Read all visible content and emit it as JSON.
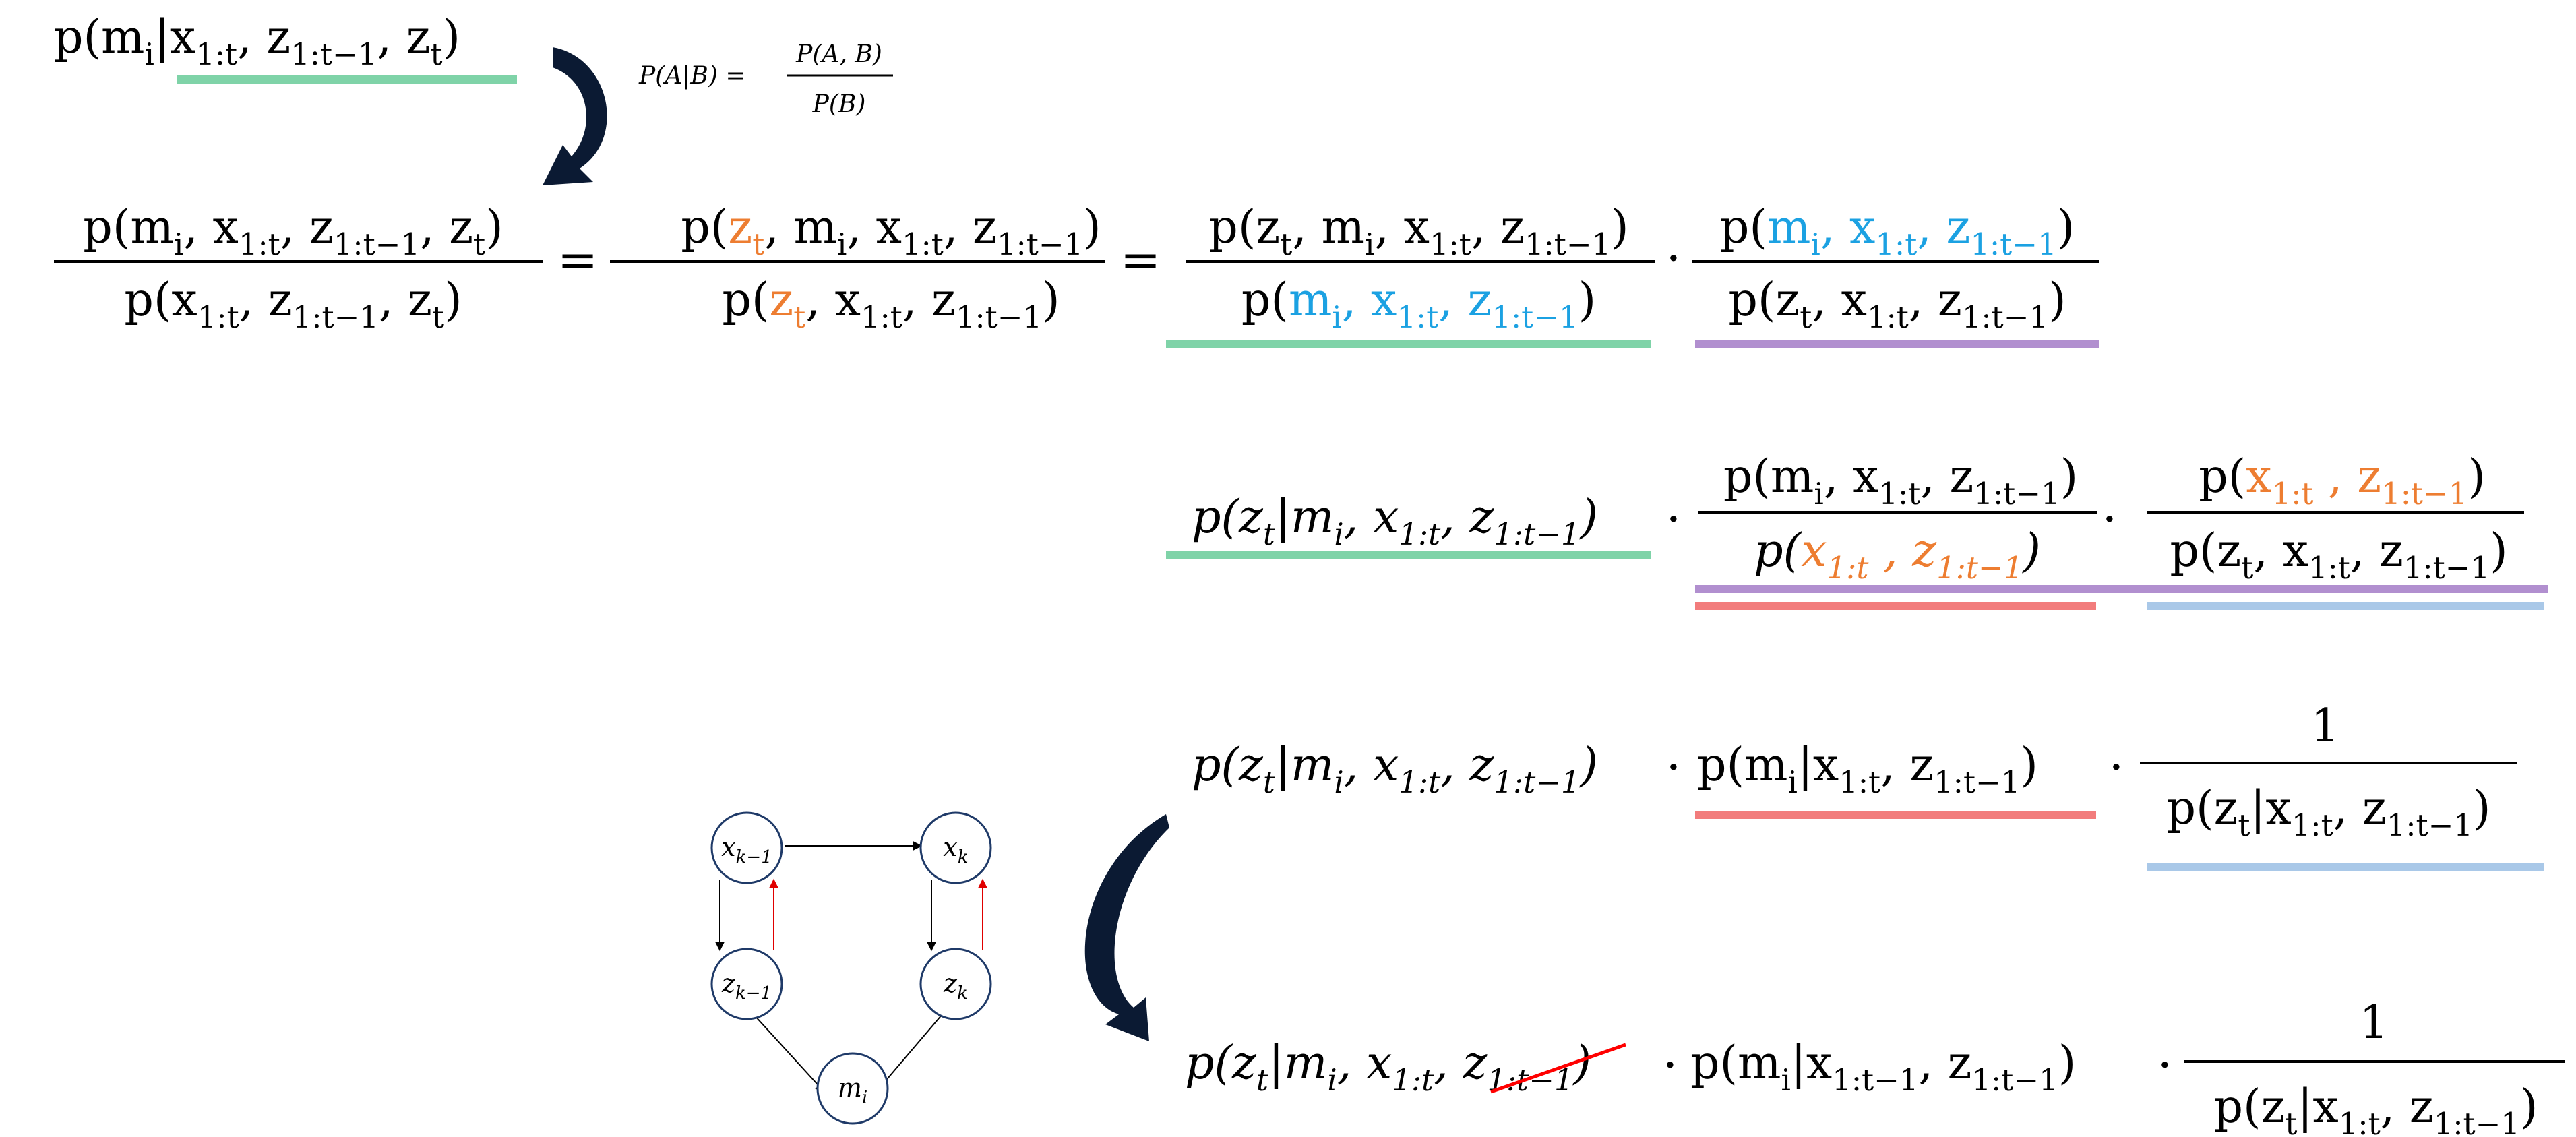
{
  "colors": {
    "text": "#000000",
    "orange": "#ED7D31",
    "blue": "#1BA1E2",
    "green": "#7FD3A8",
    "purple": "#B18FCF",
    "red": "#F27C7C",
    "lightblue": "#A9C8E8",
    "arrow": "#0B1A33",
    "node": "#1F3A68",
    "cross": "#FF0000"
  },
  "top": {
    "lhs": [
      {
        "t": "p(m"
      },
      {
        "t": "i",
        "sub": 1
      },
      {
        "t": "|x"
      },
      {
        "t": "1:t",
        "sub": 1
      },
      {
        "t": ", z"
      },
      {
        "t": "1:t−1",
        "sub": 1
      },
      {
        "t": ", z"
      },
      {
        "t": "t",
        "sub": 1
      },
      {
        "t": ")"
      }
    ],
    "bayes_lhs": "P(A|B) =",
    "bayes_num": "P(A, B)",
    "bayes_den": "P(B)"
  },
  "row1": {
    "f1_num": [
      {
        "t": "p(m"
      },
      {
        "t": "i",
        "sub": 1
      },
      {
        "t": ", x"
      },
      {
        "t": "1:t",
        "sub": 1
      },
      {
        "t": ", z"
      },
      {
        "t": "1:t−1",
        "sub": 1
      },
      {
        "t": ", z"
      },
      {
        "t": "t",
        "sub": 1
      },
      {
        "t": ")"
      }
    ],
    "f1_den": [
      {
        "t": "p(x"
      },
      {
        "t": "1:t",
        "sub": 1
      },
      {
        "t": ", z"
      },
      {
        "t": "1:t−1",
        "sub": 1
      },
      {
        "t": ", z"
      },
      {
        "t": "t",
        "sub": 1
      },
      {
        "t": ")"
      }
    ],
    "eq1": "=",
    "f2_num": [
      {
        "t": "p("
      },
      {
        "t": "z",
        "c": "orange"
      },
      {
        "t": "t",
        "sub": 1,
        "c": "orange"
      },
      {
        "t": ", m"
      },
      {
        "t": "i",
        "sub": 1
      },
      {
        "t": ", x"
      },
      {
        "t": "1:t",
        "sub": 1
      },
      {
        "t": ", z"
      },
      {
        "t": "1:t−1",
        "sub": 1
      },
      {
        "t": ")"
      }
    ],
    "f2_den": [
      {
        "t": "p("
      },
      {
        "t": "z",
        "c": "orange"
      },
      {
        "t": "t",
        "sub": 1,
        "c": "orange"
      },
      {
        "t": ", x"
      },
      {
        "t": "1:t",
        "sub": 1
      },
      {
        "t": ", z"
      },
      {
        "t": "1:t−1",
        "sub": 1
      },
      {
        "t": ")"
      }
    ],
    "eq2": "=",
    "f3_num": [
      {
        "t": "p(z"
      },
      {
        "t": "t",
        "sub": 1
      },
      {
        "t": ", m"
      },
      {
        "t": "i",
        "sub": 1
      },
      {
        "t": ", x"
      },
      {
        "t": "1:t",
        "sub": 1
      },
      {
        "t": ", z"
      },
      {
        "t": "1:t−1",
        "sub": 1
      },
      {
        "t": ")"
      }
    ],
    "f3_den": [
      {
        "t": "p("
      },
      {
        "t": "m",
        "c": "blue"
      },
      {
        "t": "i",
        "sub": 1,
        "c": "blue"
      },
      {
        "t": ", x",
        "c": "blue"
      },
      {
        "t": "1:t",
        "sub": 1,
        "c": "blue"
      },
      {
        "t": ", z",
        "c": "blue"
      },
      {
        "t": "1:t−1",
        "sub": 1,
        "c": "blue"
      },
      {
        "t": ")"
      }
    ],
    "dot": "·",
    "f4_num": [
      {
        "t": "p("
      },
      {
        "t": "m",
        "c": "blue"
      },
      {
        "t": "i",
        "sub": 1,
        "c": "blue"
      },
      {
        "t": ", x",
        "c": "blue"
      },
      {
        "t": "1:t",
        "sub": 1,
        "c": "blue"
      },
      {
        "t": ", z",
        "c": "blue"
      },
      {
        "t": "1:t−1",
        "sub": 1,
        "c": "blue"
      },
      {
        "t": ")"
      }
    ],
    "f4_den": [
      {
        "t": "p(z"
      },
      {
        "t": "t",
        "sub": 1
      },
      {
        "t": ", x"
      },
      {
        "t": "1:t",
        "sub": 1
      },
      {
        "t": ", z"
      },
      {
        "t": "1:t−1",
        "sub": 1
      },
      {
        "t": ")"
      }
    ]
  },
  "row2": {
    "term1": [
      {
        "t": "p(z"
      },
      {
        "t": "t",
        "sub": 1
      },
      {
        "t": "|m"
      },
      {
        "t": "i",
        "sub": 1
      },
      {
        "t": ", x"
      },
      {
        "t": "1:t",
        "sub": 1
      },
      {
        "t": ", z"
      },
      {
        "t": "1:t−1",
        "sub": 1
      },
      {
        "t": ")"
      }
    ],
    "dot": "·",
    "f1_num": [
      {
        "t": "p(m"
      },
      {
        "t": "i",
        "sub": 1
      },
      {
        "t": ", x"
      },
      {
        "t": "1:t",
        "sub": 1
      },
      {
        "t": ", z"
      },
      {
        "t": "1:t−1",
        "sub": 1
      },
      {
        "t": ")"
      }
    ],
    "f1_den": [
      {
        "t": "p("
      },
      {
        "t": "x",
        "c": "orange"
      },
      {
        "t": "1:t",
        "sub": 1,
        "c": "orange"
      },
      {
        "t": " , z",
        "c": "orange"
      },
      {
        "t": "1:t−1",
        "sub": 1,
        "c": "orange"
      },
      {
        "t": ")"
      }
    ],
    "f2_num": [
      {
        "t": "p("
      },
      {
        "t": "x",
        "c": "orange"
      },
      {
        "t": "1:t",
        "sub": 1,
        "c": "orange"
      },
      {
        "t": " , z",
        "c": "orange"
      },
      {
        "t": "1:t−1",
        "sub": 1,
        "c": "orange"
      },
      {
        "t": ")"
      }
    ],
    "f2_den": [
      {
        "t": "p(z"
      },
      {
        "t": "t",
        "sub": 1
      },
      {
        "t": ", x"
      },
      {
        "t": "1:t",
        "sub": 1
      },
      {
        "t": ", z"
      },
      {
        "t": "1:t−1",
        "sub": 1
      },
      {
        "t": ")"
      }
    ]
  },
  "row3": {
    "term1": [
      {
        "t": "p(z"
      },
      {
        "t": "t",
        "sub": 1
      },
      {
        "t": "|m"
      },
      {
        "t": "i",
        "sub": 1
      },
      {
        "t": ", x"
      },
      {
        "t": "1:t",
        "sub": 1
      },
      {
        "t": ", z"
      },
      {
        "t": "1:t−1",
        "sub": 1
      },
      {
        "t": ")"
      }
    ],
    "dot": "·",
    "term2": [
      {
        "t": "p(m"
      },
      {
        "t": "i",
        "sub": 1
      },
      {
        "t": "|x"
      },
      {
        "t": "1:t",
        "sub": 1
      },
      {
        "t": ", z"
      },
      {
        "t": "1:t−1",
        "sub": 1
      },
      {
        "t": ")"
      }
    ],
    "f_num": "1",
    "f_den": [
      {
        "t": "p(z"
      },
      {
        "t": "t",
        "sub": 1
      },
      {
        "t": "|x"
      },
      {
        "t": "1:t",
        "sub": 1
      },
      {
        "t": ", z"
      },
      {
        "t": "1:t−1",
        "sub": 1
      },
      {
        "t": ")"
      }
    ]
  },
  "row4": {
    "term1": [
      {
        "t": "p(z"
      },
      {
        "t": "t",
        "sub": 1
      },
      {
        "t": "|m"
      },
      {
        "t": "i",
        "sub": 1
      },
      {
        "t": ", x"
      },
      {
        "t": "1:t",
        "sub": 1
      },
      {
        "t": ", z"
      },
      {
        "t": "1:t−1",
        "sub": 1
      },
      {
        "t": ")"
      }
    ],
    "dot": "·",
    "term2": [
      {
        "t": "p(m"
      },
      {
        "t": "i",
        "sub": 1
      },
      {
        "t": "|x"
      },
      {
        "t": "1:t−1",
        "sub": 1
      },
      {
        "t": ", z"
      },
      {
        "t": "1:t−1",
        "sub": 1
      },
      {
        "t": ")"
      }
    ],
    "f_num": "1",
    "f_den": [
      {
        "t": "p(z"
      },
      {
        "t": "t",
        "sub": 1
      },
      {
        "t": "|x"
      },
      {
        "t": "1:t",
        "sub": 1
      },
      {
        "t": ", z"
      },
      {
        "t": "1:t−1",
        "sub": 1
      },
      {
        "t": ")"
      }
    ]
  },
  "graph": {
    "nodes": [
      {
        "id": "xkm1",
        "base": "x",
        "sub": "k−1"
      },
      {
        "id": "xk",
        "base": "x",
        "sub": "k"
      },
      {
        "id": "zkm1",
        "base": "z",
        "sub": "k−1"
      },
      {
        "id": "zk",
        "base": "z",
        "sub": "k"
      },
      {
        "id": "mi",
        "base": "m",
        "sub": "i"
      }
    ]
  }
}
